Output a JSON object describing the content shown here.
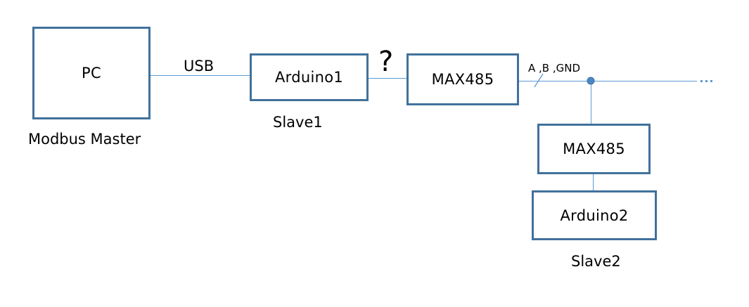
{
  "diagram": {
    "nodes": [
      {
        "id": "pc",
        "label": "PC",
        "caption": "Modbus Master"
      },
      {
        "id": "arduino1",
        "label": "Arduino1",
        "caption": "Slave1"
      },
      {
        "id": "max485_1",
        "label": "MAX485"
      },
      {
        "id": "max485_2",
        "label": "MAX485"
      },
      {
        "id": "arduino2",
        "label": "Arduino2",
        "caption": "Slave2"
      }
    ],
    "edges": [
      {
        "from": "pc",
        "to": "arduino1",
        "label": "USB"
      },
      {
        "from": "arduino1",
        "to": "max485_1",
        "label": "?"
      },
      {
        "from": "max485_1",
        "to": "bus",
        "label": "A ,B ,GND"
      },
      {
        "from": "bus",
        "to": "max485_2",
        "label": ""
      },
      {
        "from": "max485_2",
        "to": "arduino2",
        "label": ""
      }
    ],
    "bus_continuation": "...",
    "colors": {
      "box_border": "#41719c",
      "line": "#5b9bd5",
      "junction": "#4a87c5",
      "text": "#000000"
    }
  }
}
